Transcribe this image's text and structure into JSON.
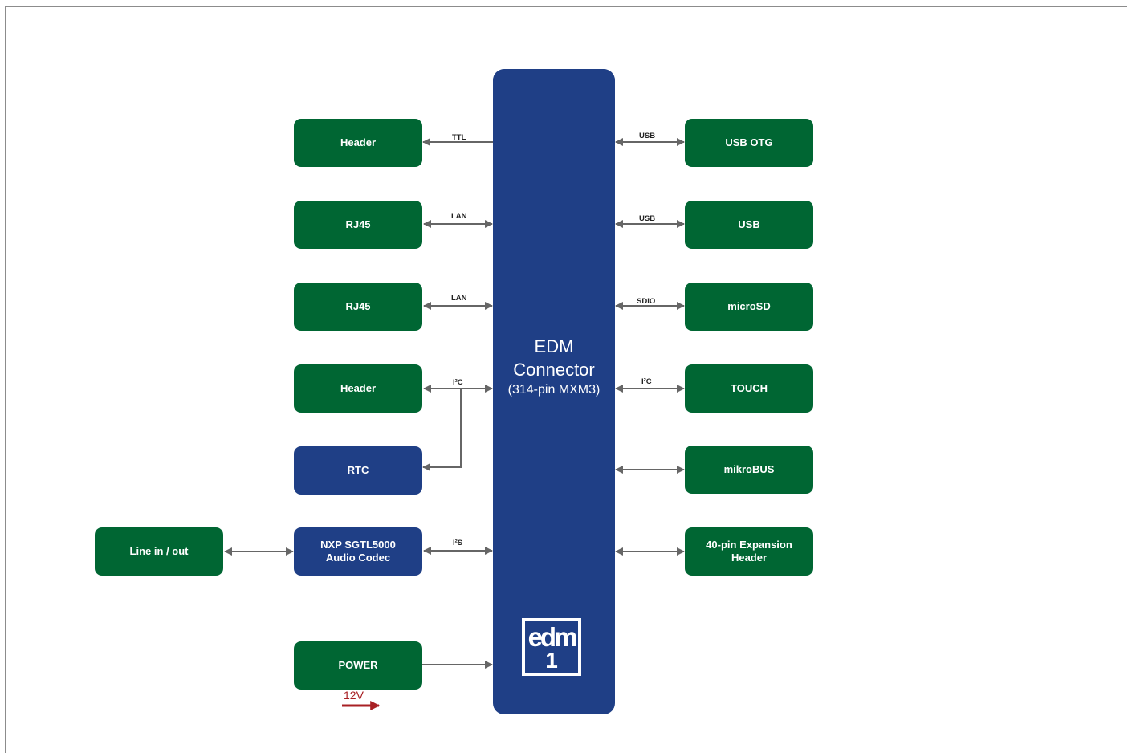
{
  "colors": {
    "green": "#006633",
    "blue": "#1f3f86",
    "line": "#666666",
    "power_arrow": "#a82024"
  },
  "edm": {
    "line1": "EDM",
    "line2": "Connector",
    "line3": "(314-pin MXM3)",
    "logo_line1": "edm",
    "logo_line2": "1"
  },
  "left_blocks": {
    "header_ttl": "Header",
    "rj45_1": "RJ45",
    "rj45_2": "RJ45",
    "header_i2c": "Header",
    "rtc": "RTC",
    "codec": "NXP SGTL5000\nAudio Codec",
    "power": "POWER",
    "line_in_out": "Line in / out"
  },
  "right_blocks": {
    "usb_otg": "USB OTG",
    "usb": "USB",
    "microsd": "microSD",
    "touch": "TOUCH",
    "mikrobus": "mikroBUS",
    "expansion": "40-pin  Expansion\nHeader"
  },
  "bus_labels": {
    "ttl": "TTL",
    "lan_1": "LAN",
    "lan_2": "LAN",
    "i2c_left": "I²C",
    "i2s": "I²S",
    "usb_otg": "USB",
    "usb": "USB",
    "sdio": "SDIO",
    "i2c_right": "I²C"
  },
  "power_input": "12V"
}
